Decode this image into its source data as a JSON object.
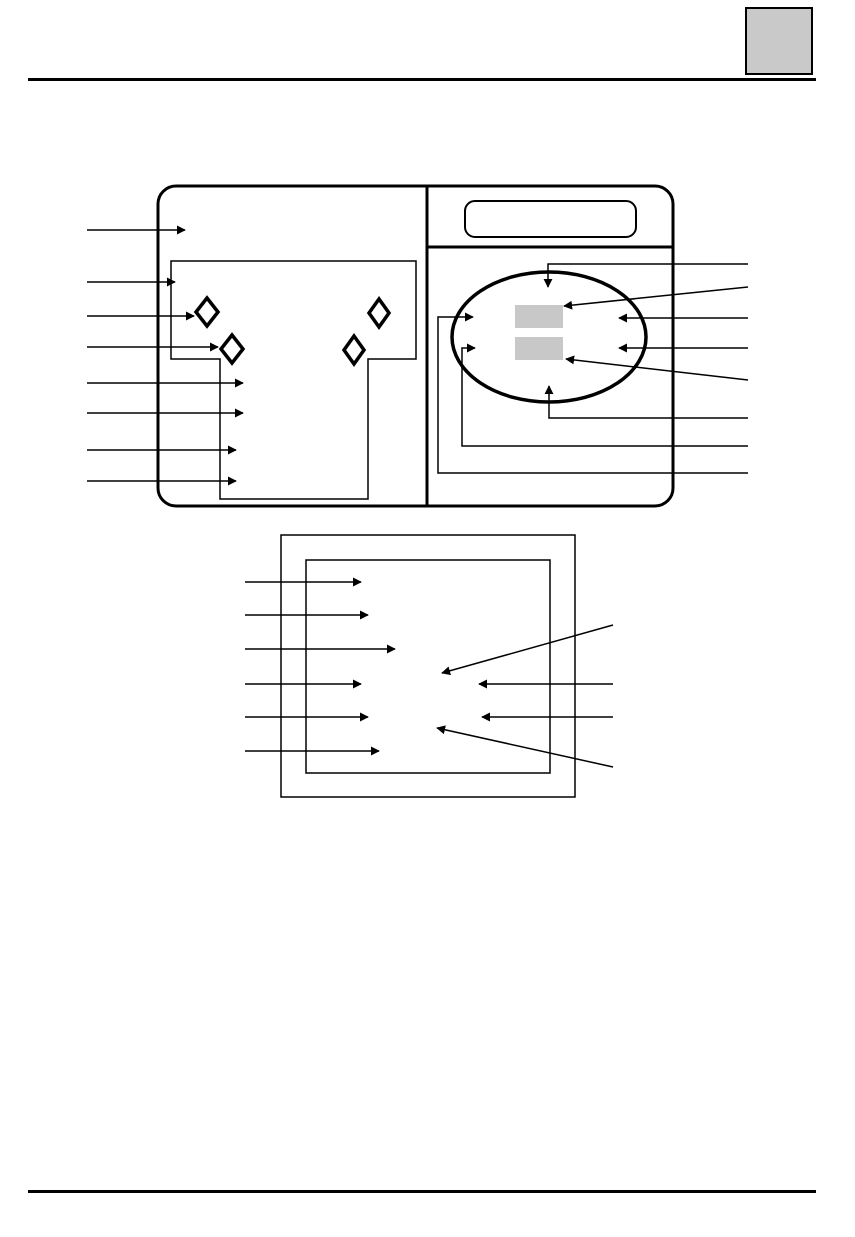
{
  "page": {
    "tab_color": "#c9c9c9",
    "line_color": "#000000",
    "display_block_color": "#c8c8c8"
  },
  "diagram": {
    "upper_unit": {
      "left_panel_callout_count": 8,
      "right_panel_callout_count": 8,
      "led_diamond_count": 4,
      "display_block_count": 2
    },
    "lower_unit": {
      "left_callout_count": 6,
      "right_callout_count": 4
    }
  }
}
